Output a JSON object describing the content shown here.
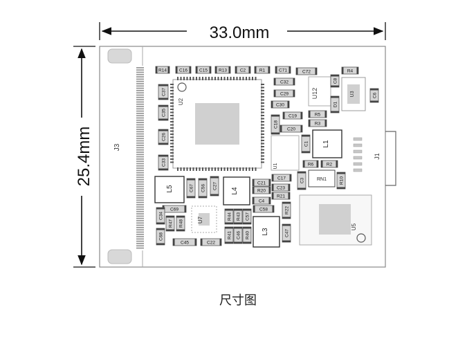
{
  "dimensions": {
    "width_label": "33.0mm",
    "height_label": "25.4mm"
  },
  "board": {
    "connector_left": "J3",
    "connector_right": "J1",
    "components": {
      "R14": "R14",
      "C16": "C16",
      "C15": "C15",
      "R13": "R13",
      "C2": "C2",
      "R1": "R1",
      "C71": "C71",
      "C72": "C72",
      "R4": "R4",
      "C37": "C37",
      "U2": "U2",
      "C32": "C32",
      "C29": "C29",
      "C30": "C30",
      "C19": "C19",
      "C18": "C18",
      "C20": "C20",
      "U12": "U12",
      "C8": "C8",
      "U3": "U3",
      "C6": "C6",
      "D1": "D1",
      "R5": "R5",
      "R3": "R3",
      "C35": "C35",
      "C26": "C26",
      "C33": "C33",
      "U1": "U1",
      "C1": "C1",
      "L1": "L1",
      "R6": "R6",
      "R2": "R2",
      "C17": "C17",
      "C3": "C3",
      "RN1": "RN1",
      "R10": "R10",
      "L5": "L5",
      "C67": "C67",
      "C56": "C56",
      "C27": "C27",
      "L4": "L4",
      "C21": "C21",
      "R20": "R20",
      "C23": "C23",
      "R21": "R21",
      "C4": "C4",
      "C69": "C69",
      "C34": "C34",
      "R47": "R47",
      "R48": "R48",
      "U7": "U7",
      "R44": "R44",
      "R43": "R43",
      "C57": "C57",
      "C58": "C58",
      "R22": "R22",
      "C68": "C68",
      "C45": "C45",
      "C22": "C22",
      "R41": "R41",
      "C46": "C46",
      "R40": "R40",
      "L3": "L3",
      "C47": "C47",
      "U5": "U5"
    }
  },
  "caption": "尺寸图"
}
